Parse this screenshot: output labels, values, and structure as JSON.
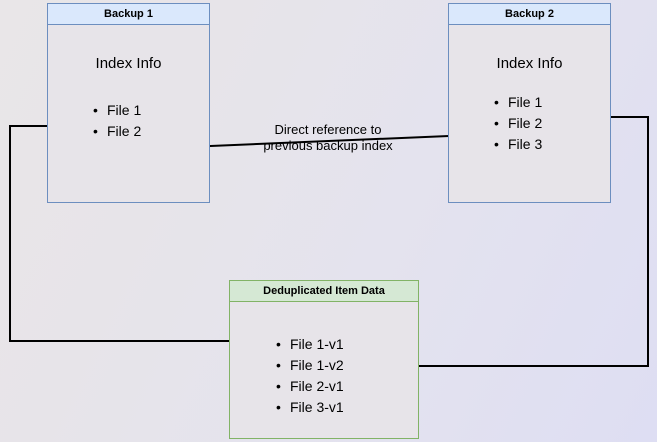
{
  "diagram": {
    "title_hidden": "",
    "nodes": [
      {
        "id": "backup1",
        "header": "Backup 1",
        "subtitle": "Index Info",
        "items": [
          "File 1",
          "File 2"
        ],
        "color": "#dae8fc",
        "border_color": "#6c8ebf"
      },
      {
        "id": "backup2",
        "header": "Backup 2",
        "subtitle": "Index Info",
        "items": [
          "File 1",
          "File 2",
          "File 3"
        ],
        "color": "#dae8fc",
        "border_color": "#6c8ebf"
      },
      {
        "id": "dedup",
        "header": "Deduplicated Item Data",
        "subtitle": "",
        "items": [
          "File 1-v1",
          "File 1-v2",
          "File 2-v1",
          "File 3-v1"
        ],
        "color": "#d5e8d4",
        "border_color": "#82b366"
      }
    ],
    "edges": [
      {
        "id": "direct-reference",
        "label_line1": "Direct reference to",
        "label_line2": "previous backup index",
        "from": "backup2",
        "to": "backup1"
      },
      {
        "id": "backup1-to-dedup",
        "label_line1": "",
        "label_line2": "",
        "from": "backup1",
        "to": "dedup"
      },
      {
        "id": "backup2-to-dedup",
        "label_line1": "",
        "label_line2": "",
        "from": "backup2",
        "to": "dedup"
      }
    ],
    "line_color": "#000000",
    "background_from": "#e9e6e8",
    "background_to": "#dedef3"
  }
}
